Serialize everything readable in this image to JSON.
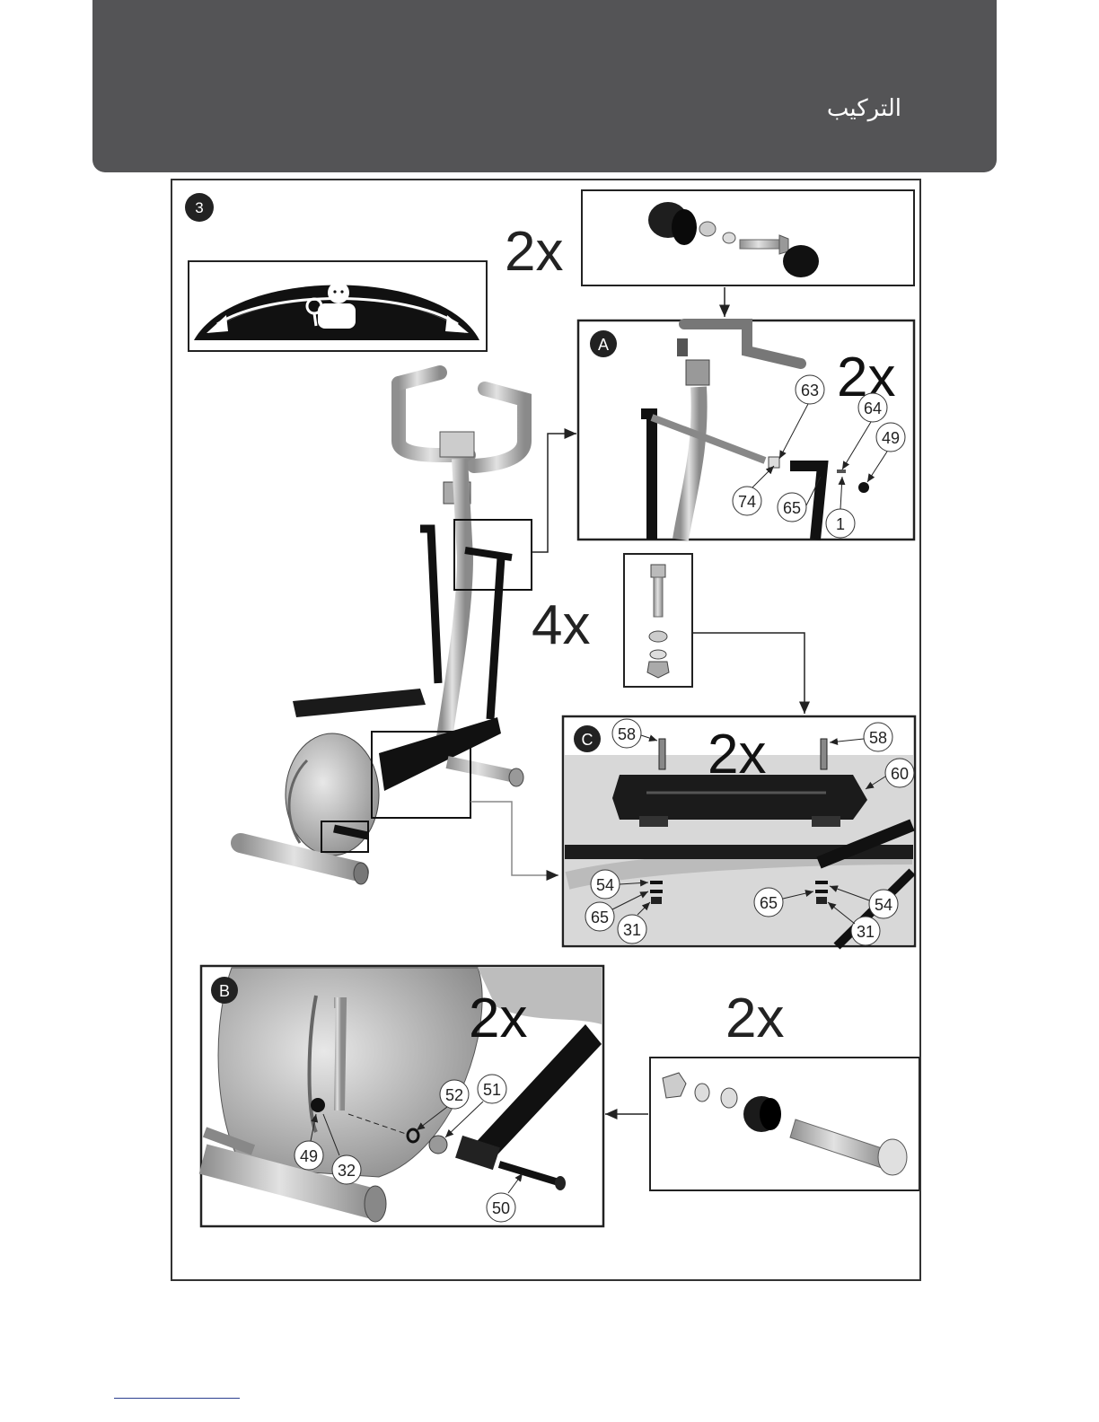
{
  "header": {
    "title": "التركيب"
  },
  "step": {
    "number": "3"
  },
  "multipliers": {
    "top_parts": "2x",
    "detail_a": "2x",
    "bolt_set": "4x",
    "detail_c": "2x",
    "detail_b": "2x",
    "right_parts": "2x"
  },
  "detail_labels": {
    "a": "A",
    "b": "B",
    "c": "C"
  },
  "callouts": {
    "a": [
      "63",
      "64",
      "49",
      "74",
      "65",
      "1"
    ],
    "c": [
      "58",
      "58",
      "60",
      "54",
      "65",
      "31",
      "65",
      "54",
      "31"
    ],
    "b": [
      "52",
      "51",
      "49",
      "32",
      "50"
    ]
  },
  "icons": [
    "tool-warning-icon",
    "wrench-icon",
    "arrow-left-icon",
    "arrow-right-icon"
  ],
  "colors": {
    "header_band": "#545456",
    "footer_rule": "#2b3f8f"
  }
}
